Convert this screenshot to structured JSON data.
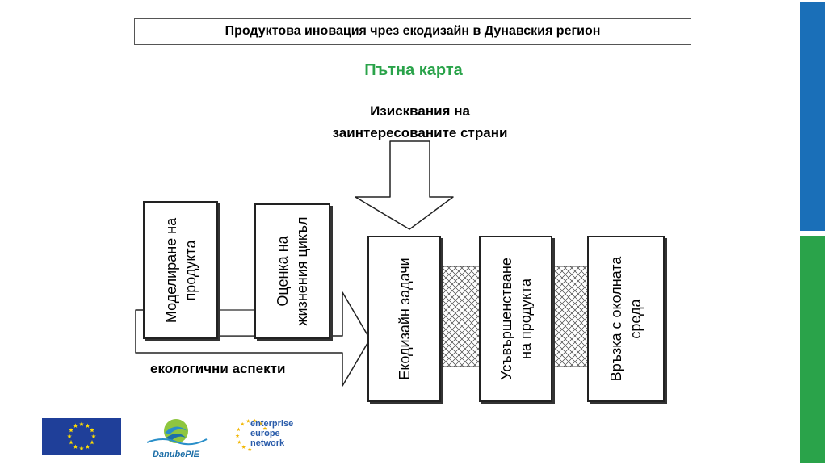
{
  "header": {
    "title": "Продуктова иновация чрез екодизайн в Дунавския регион",
    "subtitle": "Пътна карта"
  },
  "diagram": {
    "requirements_label": [
      "Изисквания на",
      "заинтересованите страни"
    ],
    "eco_aspects_label": "екологични аспекти",
    "boxes": {
      "modeling": [
        "Моделиране на",
        "продукта"
      ],
      "lifecycle": [
        "Оценка на",
        "жизнения цикъл"
      ],
      "ecodesign": [
        "Екодизайн задачи"
      ],
      "improvement": [
        "Усъвършенстване",
        "на продукта"
      ],
      "environment": [
        "Връзка с околната",
        "среда"
      ]
    }
  },
  "logos": {
    "danube": "DanubePIE",
    "een": [
      "enterprise",
      "europe",
      "network"
    ]
  },
  "colors": {
    "accent_green": "#2aa34a",
    "side_blue": "#1a6fb8",
    "side_green": "#2aa34a",
    "eu_blue": "#1f3f99",
    "eu_star": "#ffdd00"
  }
}
